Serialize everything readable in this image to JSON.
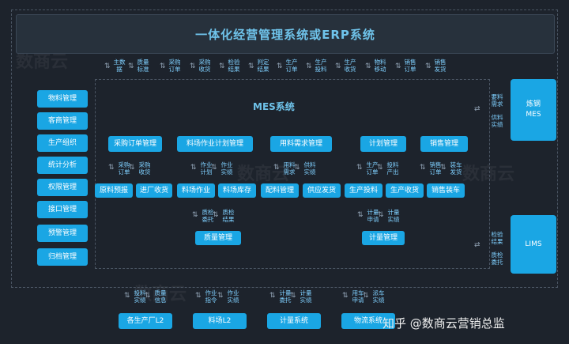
{
  "erp": {
    "title": "一体化经营管理系统或ERP系统"
  },
  "top_flows": [
    {
      "id": "f1",
      "l1": "主数",
      "l2": "据"
    },
    {
      "id": "f2",
      "l1": "质量",
      "l2": "标准"
    },
    {
      "id": "f3",
      "l1": "采购",
      "l2": "订单"
    },
    {
      "id": "f4",
      "l1": "采购",
      "l2": "收货"
    },
    {
      "id": "f5",
      "l1": "检验",
      "l2": "结果"
    },
    {
      "id": "f6",
      "l1": "判定",
      "l2": "结果"
    },
    {
      "id": "f7",
      "l1": "生产",
      "l2": "订单"
    },
    {
      "id": "f8",
      "l1": "生产",
      "l2": "投料"
    },
    {
      "id": "f9",
      "l1": "生产",
      "l2": "收货"
    },
    {
      "id": "f10",
      "l1": "物料",
      "l2": "移动"
    },
    {
      "id": "f11",
      "l1": "销售",
      "l2": "订单"
    },
    {
      "id": "f12",
      "l1": "销售",
      "l2": "发货"
    }
  ],
  "mes": {
    "title": "MES系统"
  },
  "side_menu": [
    "物料管理",
    "客商管理",
    "生产组织",
    "统计分析",
    "权限管理",
    "接口管理",
    "预警管理",
    "归档管理"
  ],
  "top_modules": [
    "采购订单管理",
    "料场作业计划管理",
    "用料需求管理",
    "计划管理",
    "销售管理"
  ],
  "mid_modules": [
    "原料预报",
    "进厂收货",
    "料场作业",
    "料场库存",
    "配料管理",
    "供应发货",
    "生产投料",
    "生产收货",
    "销售装车"
  ],
  "quality": {
    "label": "质量管理"
  },
  "metering": {
    "label": "计量管理"
  },
  "mid_labels": {
    "a1": [
      "采购",
      "订单"
    ],
    "a2": [
      "采购",
      "收货"
    ],
    "a3": [
      "作业",
      "计划"
    ],
    "a4": [
      "作业",
      "实绩"
    ],
    "a5": [
      "用料",
      "需求"
    ],
    "a6": [
      "供料",
      "实绩"
    ],
    "a7": [
      "生产",
      "订单"
    ],
    "a8": [
      "投料",
      "产出"
    ],
    "a9": [
      "销售",
      "订单"
    ],
    "a10": [
      "装车",
      "发货"
    ],
    "q1": [
      "质检",
      "委托"
    ],
    "q2": [
      "质检",
      "结果"
    ],
    "m1": [
      "计量",
      "申请"
    ],
    "m2": [
      "计量",
      "实绩"
    ]
  },
  "right": {
    "mes": {
      "l1": "炼钢",
      "l2": "MES"
    },
    "lims": {
      "label": "LIMS"
    },
    "mes_flow": {
      "a": [
        "要料",
        "需求"
      ],
      "b": [
        "供料",
        "实绩"
      ]
    },
    "lims_flow": {
      "a": [
        "检验",
        "结果"
      ],
      "b": [
        "质检",
        "委托"
      ]
    }
  },
  "bottom_modules": [
    "各生产厂L2",
    "料场L2",
    "计量系统",
    "物流系统"
  ],
  "bottom_labels": {
    "b1": [
      "投料",
      "实绩"
    ],
    "b2": [
      "质量",
      "信息"
    ],
    "b3": [
      "作业",
      "指令"
    ],
    "b4": [
      "作业",
      "实绩"
    ],
    "b5": [
      "计量",
      "委托"
    ],
    "b6": [
      "计量",
      "实绩"
    ],
    "b7": [
      "用车",
      "申请"
    ],
    "b8": [
      "派车",
      "实绩"
    ]
  },
  "watermark": "数商云",
  "caption": "知乎 @数商云营销总监"
}
